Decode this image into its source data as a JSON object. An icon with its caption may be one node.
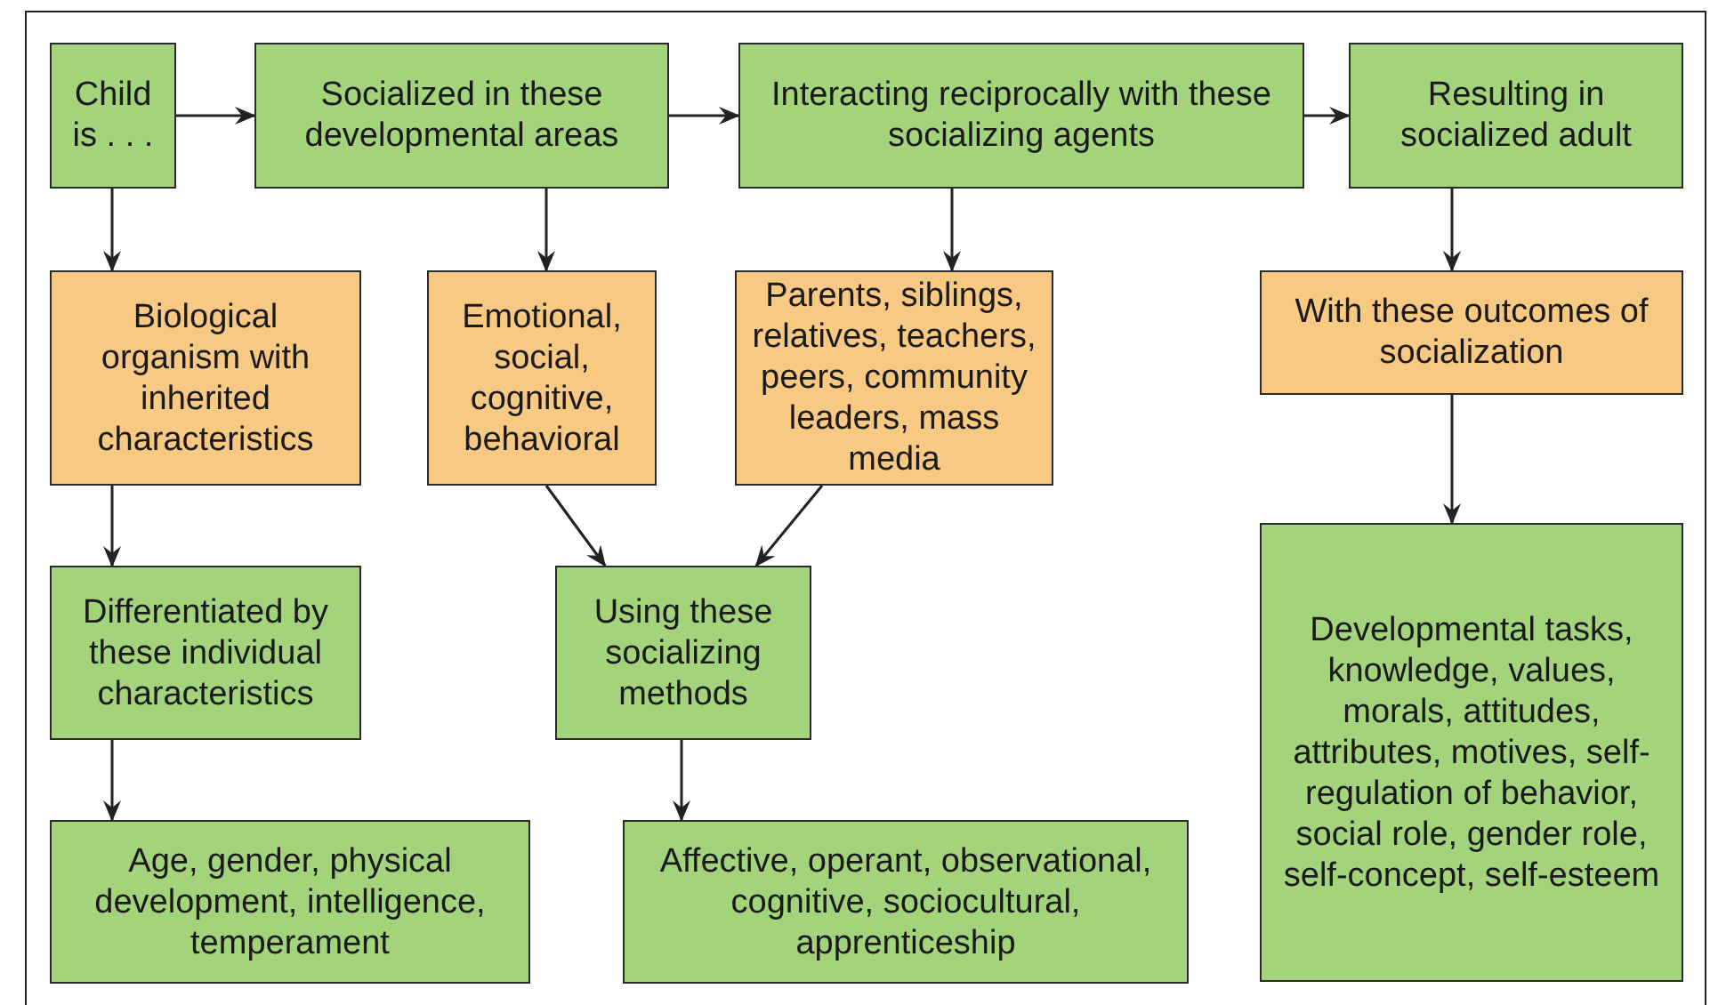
{
  "diagram": {
    "nodes": [
      {
        "text": [
          "Child is . . ."
        ]
      },
      {
        "text": [
          "Socialized in these developmental areas"
        ]
      },
      {
        "text": [
          "Interacting reciprocally with these socializing agents"
        ]
      },
      {
        "text": [
          "Resulting in socialized adult"
        ]
      },
      {
        "text": [
          "Biological organism with inherited characteristics"
        ]
      },
      {
        "text": [
          "Emotional, social, cognitive, behavioral"
        ]
      },
      {
        "text": [
          "Parents, siblings, relatives, teachers, peers, community leaders, mass media"
        ]
      },
      {
        "text": [
          "With these outcomes of socialization"
        ]
      },
      {
        "text": [
          "Differentiated by these individual characteristics"
        ]
      },
      {
        "text": [
          "Using these socializing methods"
        ]
      },
      {
        "text": [
          "Developmental tasks, knowledge, values, morals, attitudes, attributes, motives, self-regulation of behavior, social role, gender role, self-concept, self-esteem"
        ]
      },
      {
        "text": [
          "Age, gender, physical development, intelligence, temperament"
        ]
      },
      {
        "text": [
          "Affective, operant, observational, cognitive, sociocultural, apprenticeship"
        ]
      }
    ],
    "edges": [
      {
        "from": 0,
        "to": 1,
        "arrow": "to"
      },
      {
        "from": 1,
        "to": 2,
        "arrow": "to"
      },
      {
        "from": 2,
        "to": 3,
        "arrow": "to"
      },
      {
        "from": 0,
        "to": 4,
        "arrow": "to"
      },
      {
        "from": 1,
        "to": 5,
        "arrow": "to"
      },
      {
        "from": 2,
        "to": 6,
        "arrow": "to"
      },
      {
        "from": 3,
        "to": 7,
        "arrow": "to"
      },
      {
        "from": 4,
        "to": 8,
        "arrow": "to"
      },
      {
        "from": 5,
        "to": 9,
        "arrow": "to"
      },
      {
        "from": 6,
        "to": 9,
        "arrow": "to"
      },
      {
        "from": 7,
        "to": 10,
        "arrow": "to"
      },
      {
        "from": 8,
        "to": 11,
        "arrow": "to"
      },
      {
        "from": 9,
        "to": 12,
        "arrow": "to"
      }
    ]
  }
}
